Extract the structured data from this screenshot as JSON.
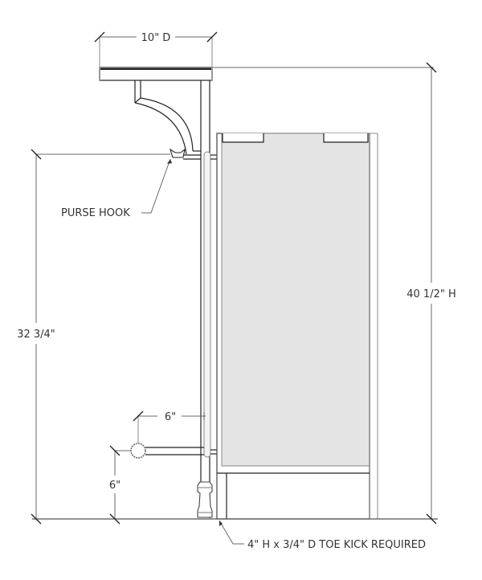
{
  "drawing": {
    "title": "Bar counter side elevation with purse hook and foot rail",
    "colors": {
      "panel_fill": "#e4e4e4",
      "line": "#222222",
      "dimension_line": "#6a6a6a",
      "text": "#333333"
    },
    "dimensions": {
      "top_depth": "10\" D",
      "overall_height": "40 1/2\" H",
      "hook_height": "32 3/4\"",
      "rail_offset": "6\"",
      "rail_height": "6\""
    },
    "callouts": {
      "purse_hook": "PURSE HOOK",
      "toe_kick": "4\" H x 3/4\" D TOE KICK REQUIRED"
    }
  }
}
